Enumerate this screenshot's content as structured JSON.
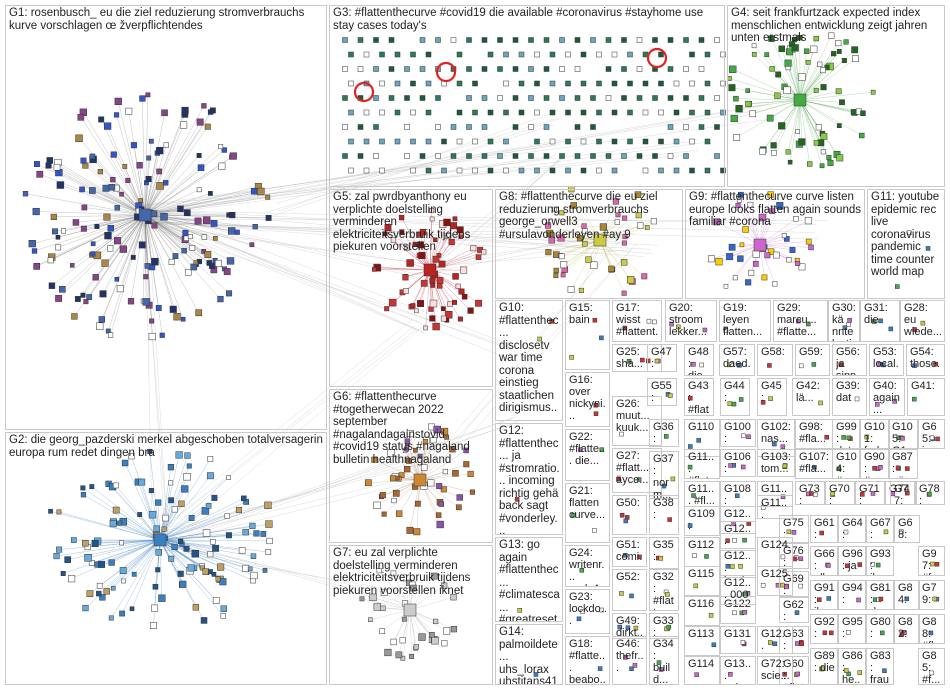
{
  "groups": [
    {
      "id": "G1",
      "label": "G1: rosenbusch_ eu die ziel reduzierung stromverbrauchs kurve vorschlagen œ žverpflichtendes"
    },
    {
      "id": "G2",
      "label": "G2: die georg_pazderski merkel abgeschoben totalversagerin europa rum redet dingen bra"
    },
    {
      "id": "G3",
      "label": "G3: #flattenthecurve #covid19 die available #coronavirus #stayhome use stay cases today's"
    },
    {
      "id": "G4",
      "label": "G4: seit frankfurtzack expected index menschlichen entwicklung zeigt jahren unten erstmals"
    },
    {
      "id": "G5",
      "label": "G5: zal pwrdbyanthony eu verplichte doelstelling verminderen elektriciteitsverbruik tijdens piekuren voorstellen"
    },
    {
      "id": "G6",
      "label": "G6: #flattenthecurve #togetherwecan 2022 september #nagalandagainstovid #covid19 status #nagaland bulletin healthnagaland"
    },
    {
      "id": "G7",
      "label": "G7: eu zal verplichte doelstelling verminderen elektriciteitsverbruik tijdens piekuren voorstellen iknet"
    },
    {
      "id": "G8",
      "label": "G8: #flattenthecurve die eu ziel reduzierung stromverbrauchs george_orwell3 #ursulavonderleyen #ay 9"
    },
    {
      "id": "G9",
      "label": "G9: #flattenthecurve curve listen europe looks flatten again sounds familiar #corona"
    },
    {
      "id": "G10",
      "label": "G10: #flattenthec... disclosetv war time corona einstieg staatlichen dirigismus..."
    },
    {
      "id": "G11",
      "label": "G11: youtube epidemic rec live coronavirus pandemic time counter world map"
    },
    {
      "id": "G12",
      "label": "G12: #flattenthec... ja #stromratio... incoming richtig gehä back sagt #vonderley..."
    },
    {
      "id": "G13",
      "label": "G13: go again #flattenthec... #climatesca... #greatreset #wefcrimes..."
    },
    {
      "id": "G14",
      "label": "G14: palmoildete... uhs_lorax uhstitans41..."
    },
    {
      "id": "G15",
      "label": "G15: bain"
    },
    {
      "id": "G16",
      "label": "G16: over nickyni..."
    },
    {
      "id": "G17",
      "label": "G17: wisst #flattent..."
    },
    {
      "id": "G18",
      "label": "G18: #flatte... beabo..."
    },
    {
      "id": "G19",
      "label": "G19: leyen flatten..."
    },
    {
      "id": "G20",
      "label": "G20: stroom lekker..."
    },
    {
      "id": "G21",
      "label": "G21: flatten curve..."
    },
    {
      "id": "G22",
      "label": "G22: #flatte... die..."
    },
    {
      "id": "G23",
      "label": "G23: lockdo..."
    },
    {
      "id": "G24",
      "label": "G24: writenr... andy4..."
    },
    {
      "id": "G25",
      "label": "G25: sha... ever..."
    },
    {
      "id": "G26",
      "label": "G26: muut... kuuk..."
    },
    {
      "id": "G27",
      "label": "G27: #flatt... äyce..."
    },
    {
      "id": "G28",
      "label": "G28: eu wiede..."
    },
    {
      "id": "G29",
      "label": "G29: marcu... #flatte..."
    },
    {
      "id": "G30",
      "label": "G30: kä nnte lustige..."
    },
    {
      "id": "G31",
      "label": "G31: die"
    },
    {
      "id": "G32",
      "label": "G32: #flatt..."
    },
    {
      "id": "G33",
      "label": "G33: niet..."
    },
    {
      "id": "G34",
      "label": "G34: build..."
    },
    {
      "id": "G35",
      "label": "G35:"
    },
    {
      "id": "G36",
      "label": "G36:"
    },
    {
      "id": "G37",
      "label": "G37: norm..."
    },
    {
      "id": "G38",
      "label": "G38:"
    },
    {
      "id": "G39",
      "label": "G39: dat"
    },
    {
      "id": "G40",
      "label": "G40: again..."
    },
    {
      "id": "G41",
      "label": "G41:"
    },
    {
      "id": "G42",
      "label": "G42: lä..."
    },
    {
      "id": "G43",
      "label": "G43: #flatt..."
    },
    {
      "id": "G44",
      "label": "G44:"
    },
    {
      "id": "G45",
      "label": "G45:"
    },
    {
      "id": "G46",
      "label": "G46: thefr..."
    },
    {
      "id": "G47",
      "label": "G47: aan..."
    },
    {
      "id": "G48",
      "label": "G48: die..."
    },
    {
      "id": "G49",
      "label": "G49: dirkt..."
    },
    {
      "id": "G50",
      "label": "G50:"
    },
    {
      "id": "G51",
      "label": "G51: comi..."
    },
    {
      "id": "G52",
      "label": "G52:"
    },
    {
      "id": "G53",
      "label": "G53: local..."
    },
    {
      "id": "G54",
      "label": "G54: those..."
    },
    {
      "id": "G55",
      "label": "G55: ajlam..."
    },
    {
      "id": "G56",
      "label": "G56: ja sinn"
    },
    {
      "id": "G57",
      "label": "G57: daed..."
    },
    {
      "id": "G58",
      "label": "G58:"
    },
    {
      "id": "G59",
      "label": "G59:"
    },
    {
      "id": "G60",
      "label": "G60: #flat..."
    },
    {
      "id": "G61",
      "label": "G61: taki..."
    },
    {
      "id": "G62",
      "label": "G62:"
    },
    {
      "id": "G63",
      "label": "G63: wied..."
    },
    {
      "id": "G64",
      "label": "G64:"
    },
    {
      "id": "G65",
      "label": "G65: ja"
    },
    {
      "id": "G66",
      "label": "G66: alle..."
    },
    {
      "id": "G67",
      "label": "G67:"
    },
    {
      "id": "G68",
      "label": "G68:"
    },
    {
      "id": "G69",
      "label": "G69: 2022"
    },
    {
      "id": "G70",
      "label": "G70:"
    },
    {
      "id": "G71",
      "label": "G71:"
    },
    {
      "id": "G72",
      "label": "G72: scie..."
    },
    {
      "id": "G73",
      "label": "G73:"
    },
    {
      "id": "G74",
      "label": "G74:"
    },
    {
      "id": "G75",
      "label": "G75:"
    },
    {
      "id": "G76",
      "label": "G76:"
    },
    {
      "id": "G77",
      "label": "G77: näc..."
    },
    {
      "id": "G78",
      "label": "G78: de..."
    },
    {
      "id": "G79",
      "label": "G79:"
    },
    {
      "id": "G80",
      "label": "G80:"
    },
    {
      "id": "G81",
      "label": "G81: doe..."
    },
    {
      "id": "G82",
      "label": "G82: uw..."
    },
    {
      "id": "G83",
      "label": "G83: frau..."
    },
    {
      "id": "G84",
      "label": "G84: over"
    },
    {
      "id": "G85",
      "label": "G85: #f..."
    },
    {
      "id": "G86",
      "label": "G86: he..."
    },
    {
      "id": "G87",
      "label": "G87: nä..."
    },
    {
      "id": "G88",
      "label": "G88: #fl..."
    },
    {
      "id": "G89",
      "label": "G89: die"
    },
    {
      "id": "G90",
      "label": "G90: #c..."
    },
    {
      "id": "G91",
      "label": "G91: ik..."
    },
    {
      "id": "G92",
      "label": "G92:"
    },
    {
      "id": "G93",
      "label": "G93: ik..."
    },
    {
      "id": "G94",
      "label": "G94:"
    },
    {
      "id": "G95",
      "label": "G95:"
    },
    {
      "id": "G96",
      "label": "G96: ja"
    },
    {
      "id": "G97",
      "label": "G97: #fe..."
    },
    {
      "id": "G98",
      "label": "G98: #fla..."
    },
    {
      "id": "G99",
      "label": "G99: dat"
    },
    {
      "id": "G100",
      "label": "G100:"
    },
    {
      "id": "G101",
      "label": "G101: fed..."
    },
    {
      "id": "G102",
      "label": "G102: nas..."
    },
    {
      "id": "G103",
      "label": "G103: tom..."
    },
    {
      "id": "G104",
      "label": "G104: #co..."
    },
    {
      "id": "G105",
      "label": "G105: G1..."
    },
    {
      "id": "G106",
      "label": "G106: woll..."
    },
    {
      "id": "G107",
      "label": "G107: #fla..."
    },
    {
      "id": "G108",
      "label": "G108: zwe..."
    },
    {
      "id": "G109",
      "label": "G109:"
    },
    {
      "id": "G110",
      "label": "G110"
    },
    {
      "id": "G111",
      "label": "G11... #flat..."
    },
    {
      "id": "G112",
      "label": "G112"
    },
    {
      "id": "G113",
      "label": "G113"
    },
    {
      "id": "G114",
      "label": "G114"
    },
    {
      "id": "G115",
      "label": "G115"
    },
    {
      "id": "G116",
      "label": "G116"
    },
    {
      "id": "G117",
      "label": "G11..."
    },
    {
      "id": "G118",
      "label": "G11..."
    },
    {
      "id": "G119",
      "label": "G11... #fl..."
    },
    {
      "id": "G120",
      "label": "G12... sos..."
    },
    {
      "id": "G121",
      "label": "G12... goo..."
    },
    {
      "id": "G122",
      "label": "G122"
    },
    {
      "id": "G123",
      "label": "G12... best..."
    },
    {
      "id": "G124",
      "label": "G124"
    },
    {
      "id": "G125",
      "label": "G125"
    },
    {
      "id": "G126",
      "label": "G12... 000"
    },
    {
      "id": "G127",
      "label": "G12... spo..."
    },
    {
      "id": "G128",
      "label": "G12..."
    },
    {
      "id": "G129",
      "label": "G13... seh..."
    },
    {
      "id": "G130",
      "label": "G131"
    }
  ]
}
